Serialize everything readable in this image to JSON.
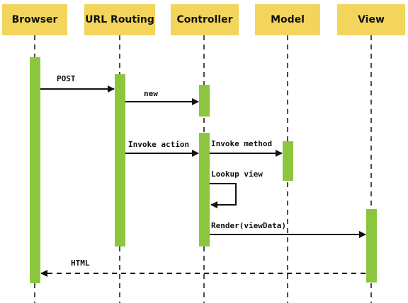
{
  "lanes": [
    {
      "id": "browser",
      "label": "Browser"
    },
    {
      "id": "url_routing",
      "label": "URL Routing"
    },
    {
      "id": "controller",
      "label": "Controller"
    },
    {
      "id": "model",
      "label": "Model"
    },
    {
      "id": "view",
      "label": "View"
    }
  ],
  "messages": [
    {
      "label": "POST",
      "from": "browser",
      "to": "url_routing",
      "style": "solid"
    },
    {
      "label": "new",
      "from": "url_routing",
      "to": "controller",
      "style": "solid"
    },
    {
      "label": "Invoke action",
      "from": "url_routing",
      "to": "controller",
      "style": "solid"
    },
    {
      "label": "Invoke method",
      "from": "controller",
      "to": "model",
      "style": "solid"
    },
    {
      "label": "Lookup view",
      "from": "controller",
      "to": "controller",
      "style": "self"
    },
    {
      "label": "Render(viewData)",
      "from": "controller",
      "to": "view",
      "style": "solid"
    },
    {
      "label": "HTML",
      "from": "view",
      "to": "browser",
      "style": "dashed"
    }
  ],
  "colors": {
    "header": "#f3d55b",
    "activation": "#8cc63f",
    "line": "#111111"
  }
}
